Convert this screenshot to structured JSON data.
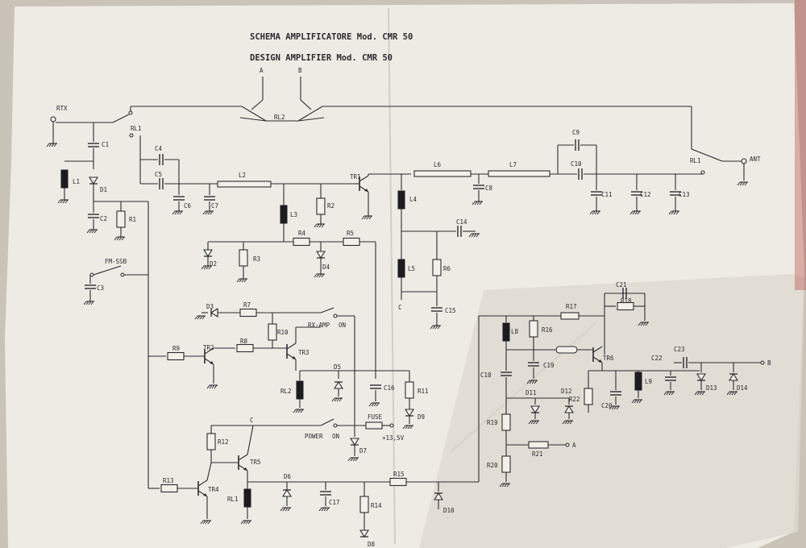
{
  "title_it": "SCHEMA AMPLIFICATORE Mod. CMR 50",
  "title_en": "DESIGN AMPLIFIER Mod. CMR 50",
  "labels": {
    "rtx": "RTX",
    "ant": "ANT",
    "rl1_top": "RL1",
    "rl1_right": "RL1",
    "rl2_top": "RL2",
    "rl2_coil": "RL2",
    "rl1_coil": "RL1",
    "a_top": "A",
    "b_top": "B",
    "a_out": "A",
    "b_out": "B",
    "c1": "C1",
    "c2": "C2",
    "c3": "C3",
    "c4": "C4",
    "c5": "C5",
    "c6": "C6",
    "c7": "C7",
    "c8": "C8",
    "c9": "C9",
    "c10": "C10",
    "c11": "C11",
    "c12": "C12",
    "c13": "C13",
    "c14": "C14",
    "c15": "C15",
    "c16": "C16",
    "c17": "C17",
    "c18": "C18",
    "c19": "C19",
    "c20": "C20",
    "c21": "C21",
    "c22": "C22",
    "c23": "C23",
    "l1": "L1",
    "l2": "L2",
    "l3": "L3",
    "l4": "L4",
    "l5": "L5",
    "l6": "L6",
    "l7": "L7",
    "l8": "L8",
    "l9": "L9",
    "d1": "D1",
    "d2": "D2",
    "d3": "D3",
    "d4": "D4",
    "d5": "D5",
    "d6": "D6",
    "d7": "D7",
    "d8": "D8",
    "d9": "D9",
    "d10": "D10",
    "d11": "D11",
    "d12": "D12",
    "d13": "D13",
    "d14": "D14",
    "r1": "R1",
    "r2": "R2",
    "r3": "R3",
    "r4": "R4",
    "r5": "R5",
    "r6": "R6",
    "r7": "R7",
    "r8": "R8",
    "r9": "R9",
    "r10": "R10",
    "r11": "R11",
    "r12": "R12",
    "r13": "R13",
    "r14": "R14",
    "r15": "R15",
    "r16": "R16",
    "r17": "R17",
    "r18": "R18",
    "r19": "R19",
    "r20": "R20",
    "r21": "R21",
    "r22": "R22",
    "tr1": "TR1",
    "tr2": "TR2",
    "tr3": "TR3",
    "tr4": "TR4",
    "tr5": "TR5",
    "tr6": "TR6",
    "fm_ssb": "FM-SSB",
    "rx_amp": "RX-AMP",
    "on1": "ON",
    "power": "POWER",
    "on2": "ON",
    "fuse": "FUSE",
    "v135": "+13,5V",
    "c_node1": "C",
    "c_node2": "C"
  }
}
